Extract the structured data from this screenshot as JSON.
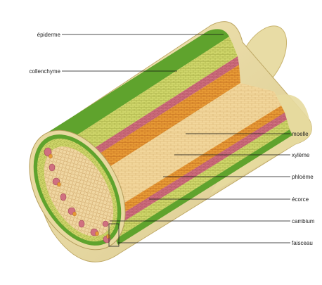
{
  "labels": {
    "epiderme": "épiderme",
    "collenchyme": "collenchyme",
    "moelle": "moelle",
    "xyleme": "xylème",
    "phloeme": "phloème",
    "ecorce": "écorce",
    "cambium": "cambium",
    "faisceau": "faisceau"
  },
  "colors": {
    "epidermis": "#e3d7a0",
    "epidermis_outer": "#efe3b0",
    "collenchyme": "#5fa32d",
    "cortex": "#cfd66a",
    "phloem": "#d07080",
    "xylem": "#e79a35",
    "pith": "#f2d69b",
    "leader": "#111111"
  }
}
